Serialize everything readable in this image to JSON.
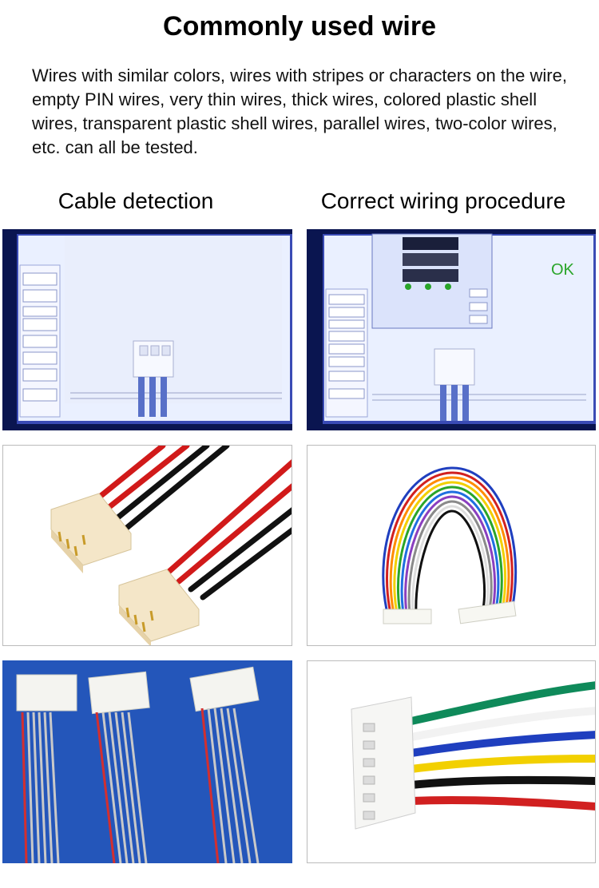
{
  "title": "Commonly used wire",
  "description": "Wires with similar colors, wires with stripes or characters on the wire, empty PIN wires, very thin wires, thick wires, colored plastic shell wires, transparent plastic shell wires, parallel wires, two-color wires, etc. can all be tested.",
  "columns": {
    "left_heading": "Cable detection",
    "right_heading": "Correct wiring procedure"
  },
  "screens": {
    "left": {
      "window_title": "",
      "menu_items": [
        "",
        "",
        "",
        "",
        "",
        "",
        "",
        ""
      ]
    },
    "right": {
      "ok_label": "OK",
      "menu_items": [
        "",
        "",
        "",
        "",
        "",
        "",
        "",
        ""
      ]
    }
  },
  "photos": [
    {
      "name": "red-black-wire-connectors",
      "colors": [
        "#d11a1a",
        "#d11a1a",
        "#111111",
        "#111111"
      ]
    },
    {
      "name": "rainbow-loop-cable",
      "colors": [
        "#1f3fbf",
        "#d12020",
        "#ff8c00",
        "#f2d000",
        "#2aa52a",
        "#1f6fe0",
        "#8a3fbf",
        "#8a8a8a",
        "#ffffff",
        "#111111"
      ]
    },
    {
      "name": "gray-ribbon-cables",
      "colors": [
        "#c9c9c9",
        "#d32f2f"
      ]
    },
    {
      "name": "six-color-wire-connector",
      "colors": [
        "#0f8a5a",
        "#ffffff",
        "#1f3fbf",
        "#f2d000",
        "#111111",
        "#d12020"
      ]
    }
  ]
}
